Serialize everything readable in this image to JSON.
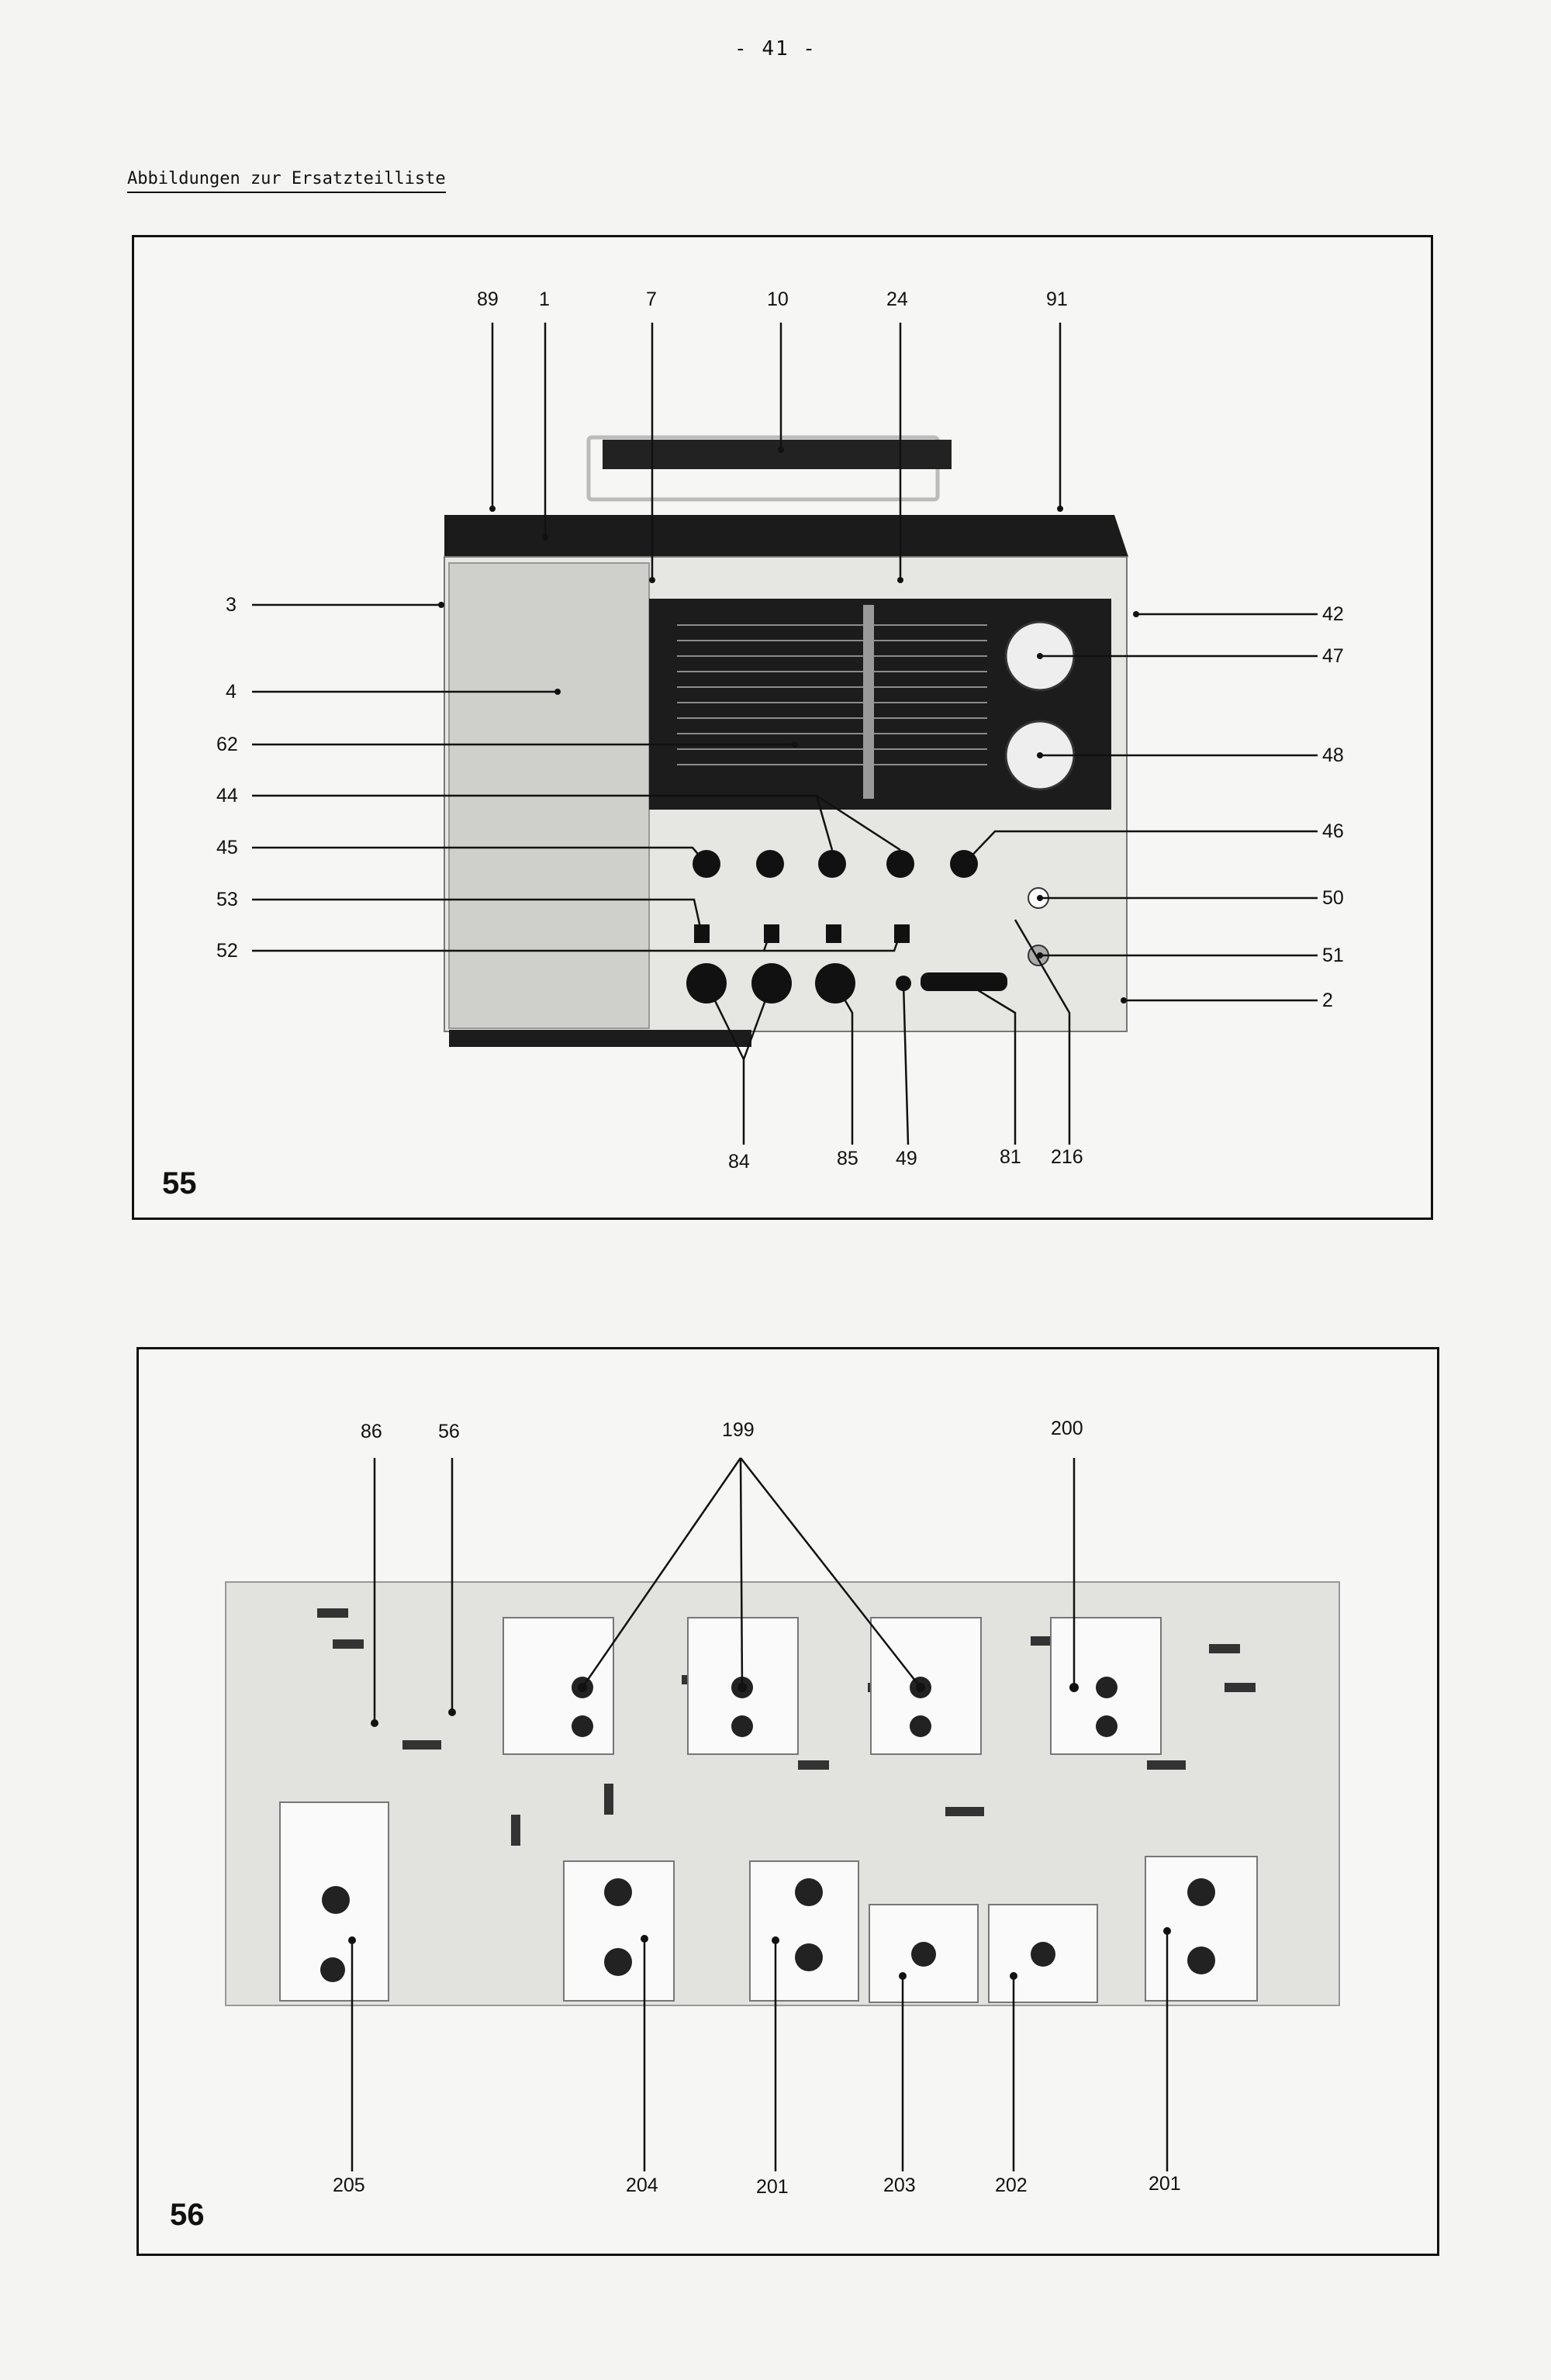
{
  "page": {
    "number": "- 41 -",
    "section_title": "Abbildungen zur Ersatzteilliste"
  },
  "figure_55": {
    "number": "55",
    "callouts_top": [
      "89",
      "1",
      "7",
      "10",
      "24",
      "91"
    ],
    "callouts_left": [
      "3",
      "4",
      "62",
      "44",
      "45",
      "53",
      "52"
    ],
    "callouts_right": [
      "42",
      "47",
      "48",
      "46",
      "50",
      "51",
      "2"
    ],
    "callouts_bottom": [
      "84",
      "85",
      "49",
      "81",
      "216"
    ]
  },
  "figure_56": {
    "number": "56",
    "callouts_top": [
      "86",
      "56",
      "199",
      "200"
    ],
    "callouts_bottom": [
      "205",
      "204",
      "201",
      "203",
      "202",
      "201"
    ]
  }
}
